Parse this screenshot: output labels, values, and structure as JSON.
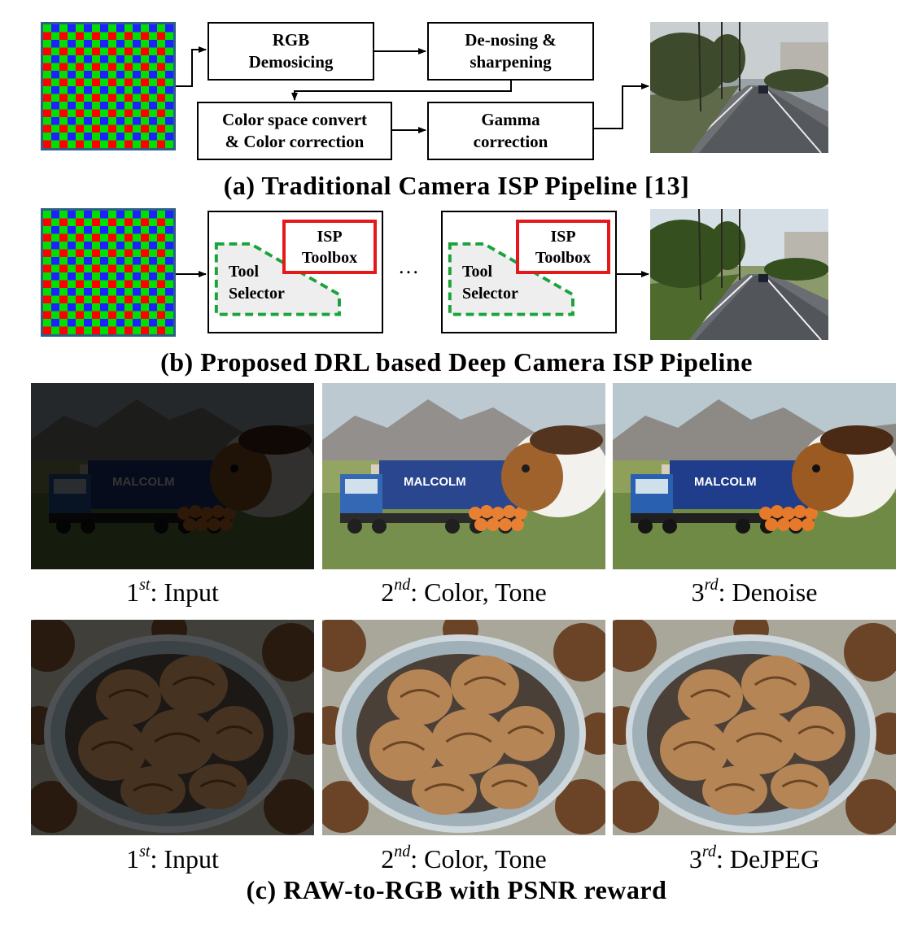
{
  "pipeline_a": {
    "boxes": {
      "demosaic": [
        "RGB",
        "Demosicing"
      ],
      "denoise": [
        "De-nosing &",
        "sharpening"
      ],
      "colorspace": [
        "Color space convert",
        "& Color correction"
      ],
      "gamma": [
        "Gamma",
        "correction"
      ]
    },
    "caption": "(a) Traditional Camera ISP Pipeline [13]"
  },
  "pipeline_b": {
    "toolbox": [
      "ISP",
      "Toolbox"
    ],
    "selector": [
      "Tool",
      "Selector"
    ],
    "ellipsis": "…",
    "caption": "(b) Proposed DRL based Deep Camera ISP Pipeline"
  },
  "examples": {
    "row1": [
      {
        "sup": "st",
        "base": "1",
        "label": ": Input"
      },
      {
        "sup": "nd",
        "base": "2",
        "label": ": Color, Tone"
      },
      {
        "sup": "rd",
        "base": "3",
        "label": ": Denoise"
      }
    ],
    "row2": [
      {
        "sup": "st",
        "base": "1",
        "label": ": Input"
      },
      {
        "sup": "nd",
        "base": "2",
        "label": ": Color, Tone"
      },
      {
        "sup": "rd",
        "base": "3",
        "label": ": DeJPEG"
      }
    ],
    "truck_text": "MALCOLM",
    "caption": "(c) RAW-to-RGB with PSNR reward"
  },
  "colors": {
    "bayer_red": "#ff0000",
    "bayer_green": "#00e000",
    "bayer_blue": "#2020ff",
    "toolbox_border": "#e3191b",
    "selector_border": "#1aa33a"
  }
}
